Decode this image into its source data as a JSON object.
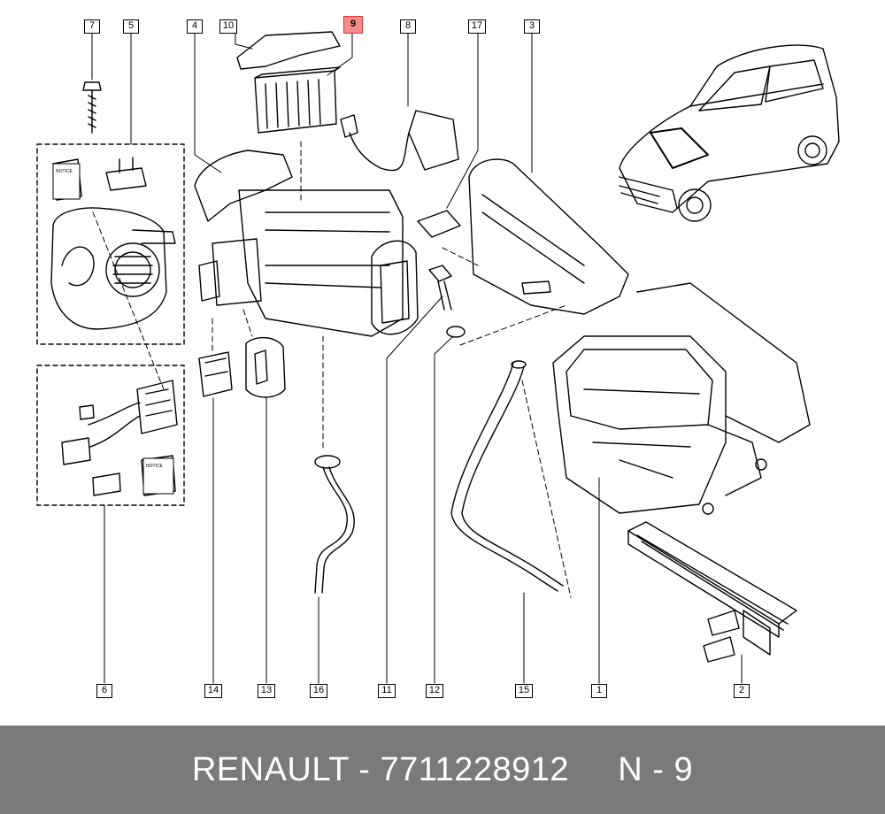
{
  "callouts": {
    "c1": "1",
    "c2": "2",
    "c3": "3",
    "c4": "4",
    "c5": "5",
    "c6": "6",
    "c7": "7",
    "c8": "8",
    "c9": "9",
    "c10": "10",
    "c11": "11",
    "c12": "12",
    "c13": "13",
    "c14": "14",
    "c15": "15",
    "c16": "16",
    "c17": "17"
  },
  "notice_label": "NOTICE",
  "footer": {
    "text": "RENAULT - 7711228912     N - 9"
  },
  "colors": {
    "highlight": "#f28c8c",
    "footer_bg": "#7a7a7a",
    "ink": "#000000"
  }
}
